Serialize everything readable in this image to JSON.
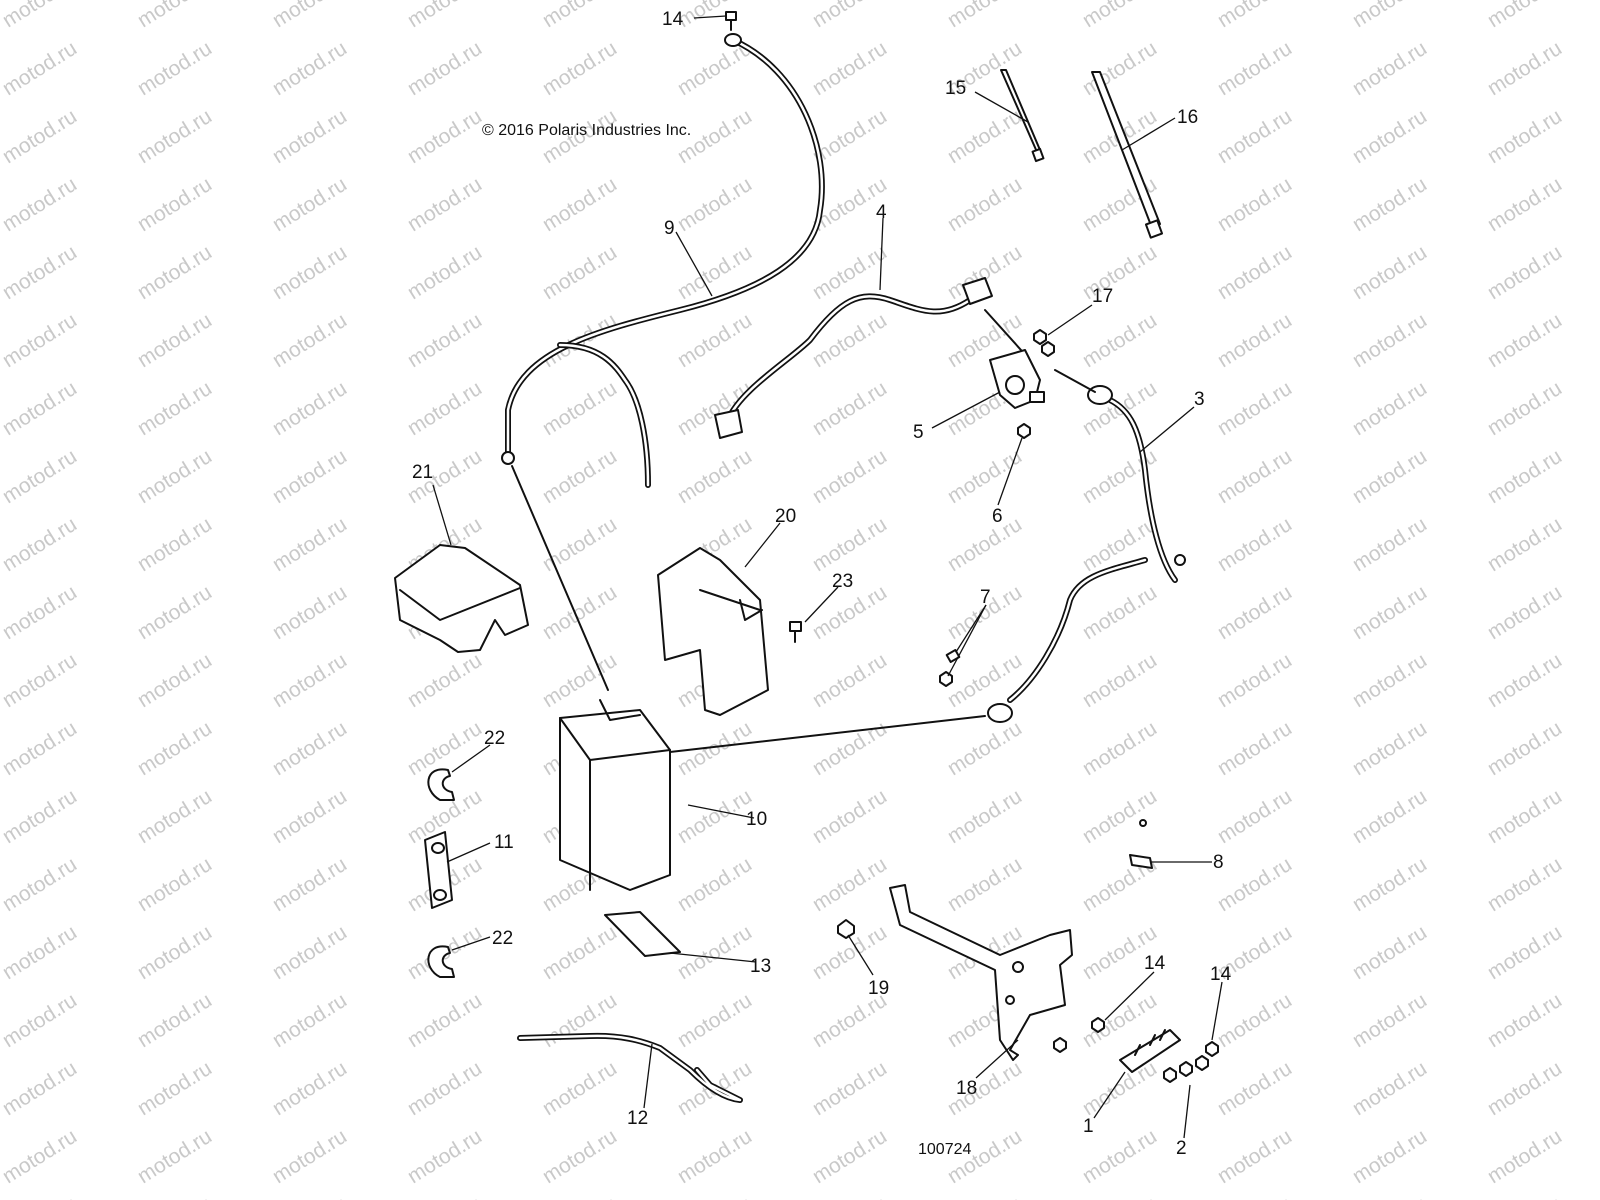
{
  "copyright": "© 2016 Polaris Industries Inc.",
  "diagram_id": "100724",
  "watermark_text": "motod.ru",
  "callouts": [
    {
      "id": "c14a",
      "label": "14"
    },
    {
      "id": "c15",
      "label": "15"
    },
    {
      "id": "c16",
      "label": "16"
    },
    {
      "id": "c9",
      "label": "9"
    },
    {
      "id": "c4",
      "label": "4"
    },
    {
      "id": "c17",
      "label": "17"
    },
    {
      "id": "c3",
      "label": "3"
    },
    {
      "id": "c5",
      "label": "5"
    },
    {
      "id": "c6",
      "label": "6"
    },
    {
      "id": "c21",
      "label": "21"
    },
    {
      "id": "c20",
      "label": "20"
    },
    {
      "id": "c23",
      "label": "23"
    },
    {
      "id": "c7",
      "label": "7"
    },
    {
      "id": "c22a",
      "label": "22"
    },
    {
      "id": "c10",
      "label": "10"
    },
    {
      "id": "c11",
      "label": "11"
    },
    {
      "id": "c8",
      "label": "8"
    },
    {
      "id": "c22b",
      "label": "22"
    },
    {
      "id": "c13",
      "label": "13"
    },
    {
      "id": "c19",
      "label": "19"
    },
    {
      "id": "c14b",
      "label": "14"
    },
    {
      "id": "c14c",
      "label": "14"
    },
    {
      "id": "c18",
      "label": "18"
    },
    {
      "id": "c12",
      "label": "12"
    },
    {
      "id": "c1",
      "label": "1"
    },
    {
      "id": "c2",
      "label": "2"
    }
  ]
}
